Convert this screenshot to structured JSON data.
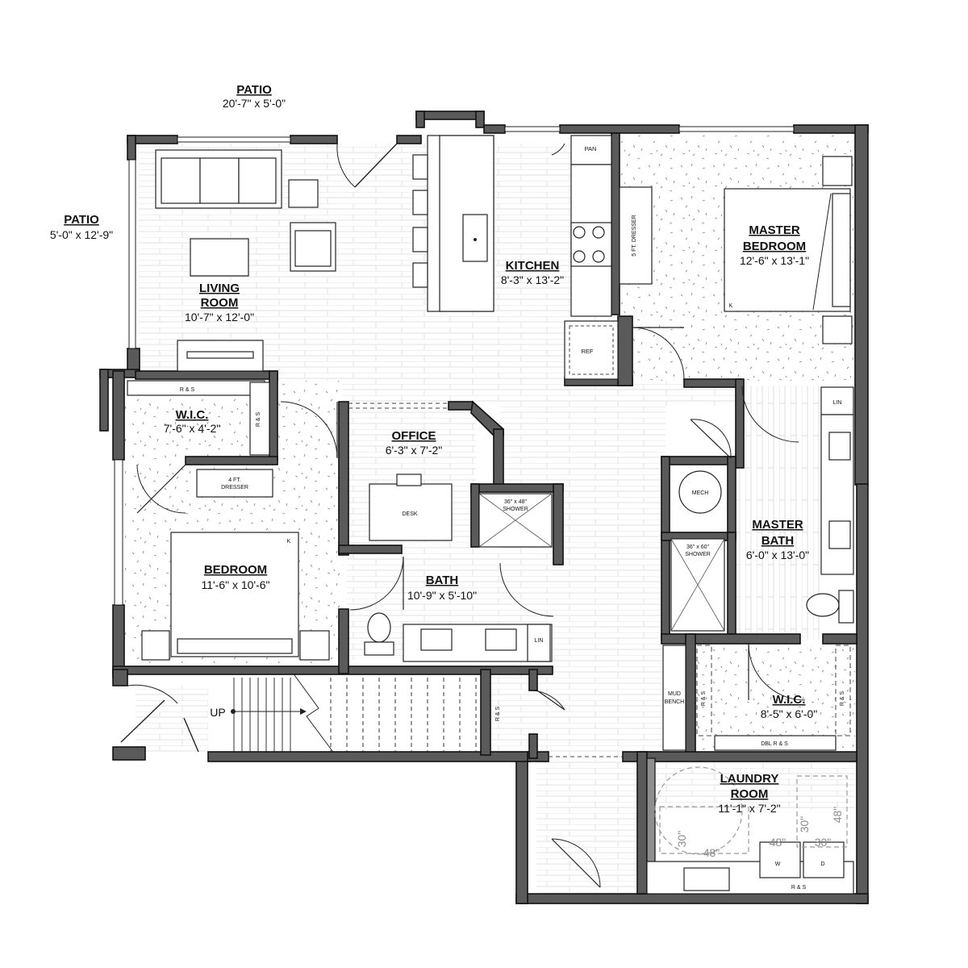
{
  "rooms": {
    "patio_top": {
      "name": "PATIO",
      "dim": "20'-7\" x 5'-0\""
    },
    "patio_left": {
      "name": "PATIO",
      "dim": "5'-0\" x 12'-9\""
    },
    "living_room": {
      "name_1": "LIVING",
      "name_2": "ROOM",
      "dim": "10'-7\" x 12'-0\""
    },
    "kitchen": {
      "name": "KITCHEN",
      "dim": "8'-3\" x 13'-2\""
    },
    "master_bedroom": {
      "name_1": "MASTER",
      "name_2": "BEDROOM",
      "dim": "12'-6\" x 13'-1\""
    },
    "wic_left": {
      "name": "W.I.C.",
      "dim": "7'-6\" x 4'-2\""
    },
    "office": {
      "name": "OFFICE",
      "dim": "6'-3\" x 7'-2\""
    },
    "bedroom": {
      "name": "BEDROOM",
      "dim": "11'-6\" x 10'-6\""
    },
    "bath": {
      "name": "BATH",
      "dim": "10'-9\" x 5'-10\""
    },
    "master_bath": {
      "name_1": "MASTER",
      "name_2": "BATH",
      "dim": "6'-0\" x 13'-0\""
    },
    "wic_right": {
      "name": "W.I.C.",
      "dim": "8'-5\" x 6'-0\""
    },
    "laundry_room": {
      "name_1": "LAUNDRY",
      "name_2": "ROOM",
      "dim": "11'-1\" x 7'-2\""
    }
  },
  "labels": {
    "pan": "PAN",
    "ref": "REF",
    "dresser_5ft": "5 FT. DRESSER",
    "dresser_4ft_1": "4 FT.",
    "dresser_4ft_2": "DRESSER",
    "rs": "R & S",
    "lin": "LIN",
    "mech": "MECH",
    "desk": "DESK",
    "shower_36x48_1": "36\" x 48\"",
    "shower_36x48_2": "SHOWER",
    "shower_36x60_1": "36\" x 60\"",
    "shower_36x60_2": "SHOWER",
    "mud_bench_1": "MUD",
    "mud_bench_2": "BENCH",
    "dbl_rs": "DBL R & S",
    "up": "UP",
    "k": "K",
    "washer": "W",
    "dryer": "D",
    "clear_30": "30\"",
    "clear_48": "48\""
  }
}
